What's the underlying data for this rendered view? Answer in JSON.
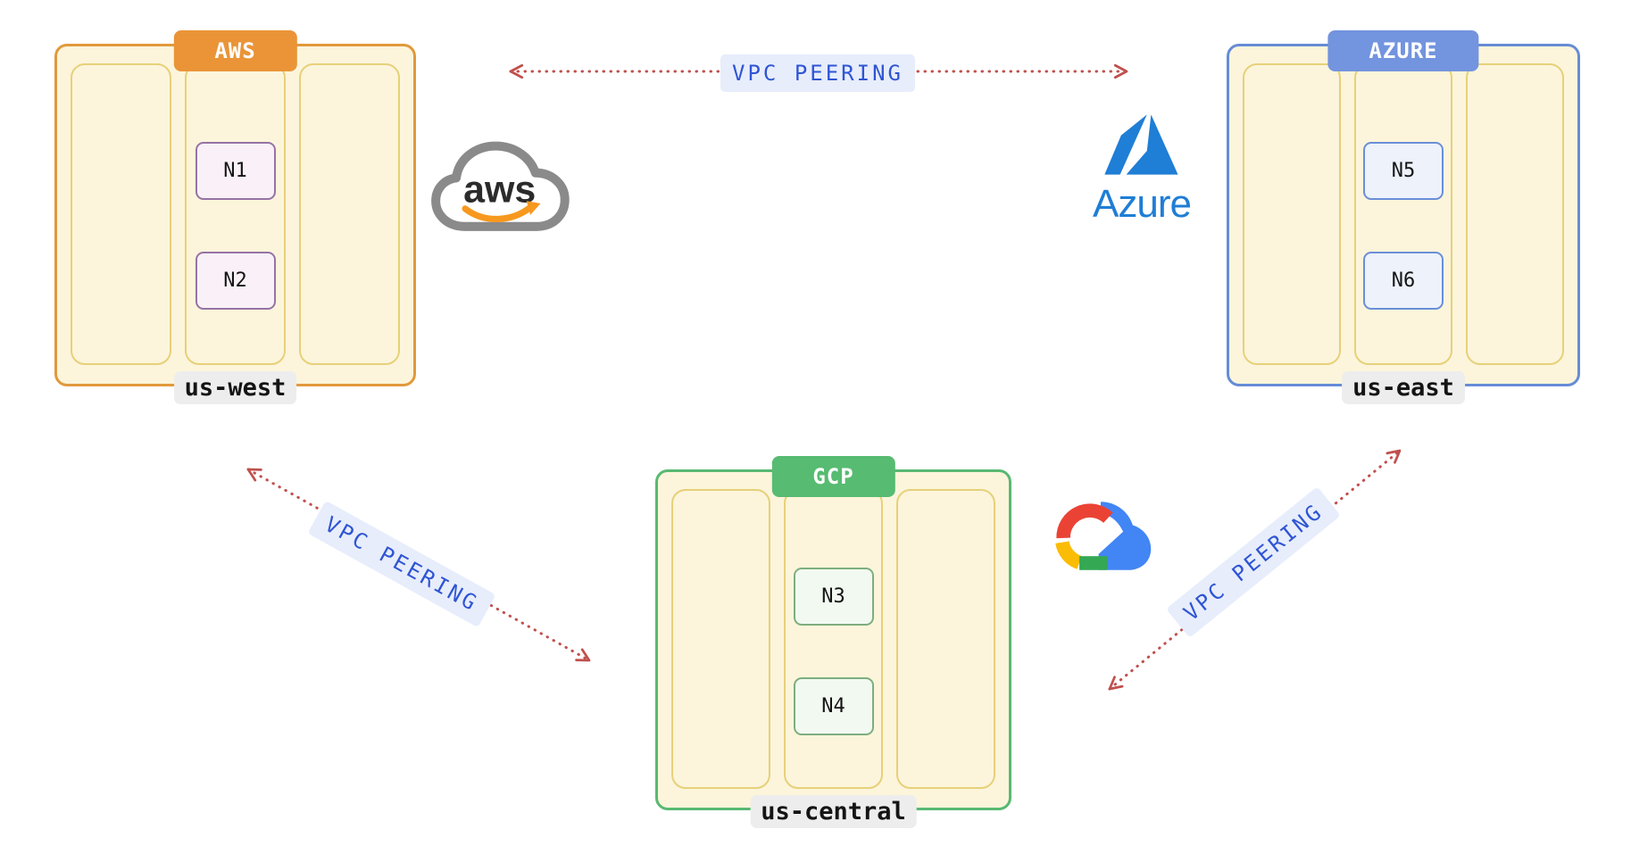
{
  "clouds": [
    {
      "provider_label": "AWS",
      "region_label": "us-west",
      "nodes": [
        "N1",
        "N2"
      ],
      "colors": {
        "tab": "#EA9437",
        "border": "#E2993C",
        "node_fill": "#F9F1F7",
        "node_border": "#9673A6"
      }
    },
    {
      "provider_label": "AZURE",
      "region_label": "us-east",
      "nodes": [
        "N5",
        "N6"
      ],
      "colors": {
        "tab": "#7394DE",
        "border": "#668CD6",
        "node_fill": "#EDF2FB",
        "node_border": "#6A8FD8"
      }
    },
    {
      "provider_label": "GCP",
      "region_label": "us-central",
      "nodes": [
        "N3",
        "N4"
      ],
      "colors": {
        "tab": "#57BB71",
        "border": "#58B972",
        "node_fill": "#F2F9F1",
        "node_border": "#7EAE7E"
      }
    }
  ],
  "connections": [
    {
      "id": "aws-azure",
      "label": "VPC PEERING"
    },
    {
      "id": "aws-gcp",
      "label": "VPC PEERING"
    },
    {
      "id": "gcp-azure",
      "label": "VPC PEERING"
    }
  ],
  "logos": {
    "aws": {
      "text": "aws"
    },
    "azure": {
      "text": "Azure"
    },
    "gcp": {
      "text": ""
    }
  },
  "colors": {
    "vpc_fill": "#FCF5DB",
    "subnet_border": "#E7D079",
    "arrow": "#C0504D",
    "peering_text": "#2F55D4",
    "peering_bg": "#E7EDFB",
    "region_bg": "#EDEDED",
    "gcp_logo": [
      "#EA4335",
      "#FBBC05",
      "#34A853",
      "#4285F4"
    ],
    "azure_logo": "#1F7ED5",
    "aws_smile": "#F7981F"
  }
}
